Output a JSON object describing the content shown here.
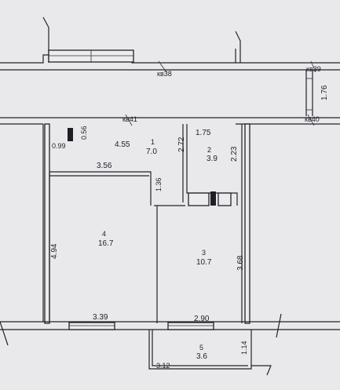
{
  "plan": {
    "wall_labels": {
      "top_corridor": "кв38",
      "right_corridor": "кв39",
      "lower_left": "кв41",
      "lower_right": "кв40",
      "corridor_width": "1.76"
    },
    "rooms": [
      {
        "number": "1",
        "area": "7.0"
      },
      {
        "number": "2",
        "area": "3.9"
      },
      {
        "number": "3",
        "area": "10.7"
      },
      {
        "number": "4",
        "area": "16.7"
      },
      {
        "number": "5",
        "area": "3.6"
      }
    ],
    "dimensions": {
      "d_099": "0.99",
      "d_056": "0.56",
      "d_455": "4.55",
      "d_272": "2.72",
      "d_175": "1.75",
      "d_223": "2.23",
      "d_356": "3.56",
      "d_136": "1.36",
      "d_494": "4.94",
      "d_368": "3.68",
      "d_339": "3.39",
      "d_290": "2.90",
      "d_312": "3.12",
      "d_114": "1.14"
    }
  }
}
